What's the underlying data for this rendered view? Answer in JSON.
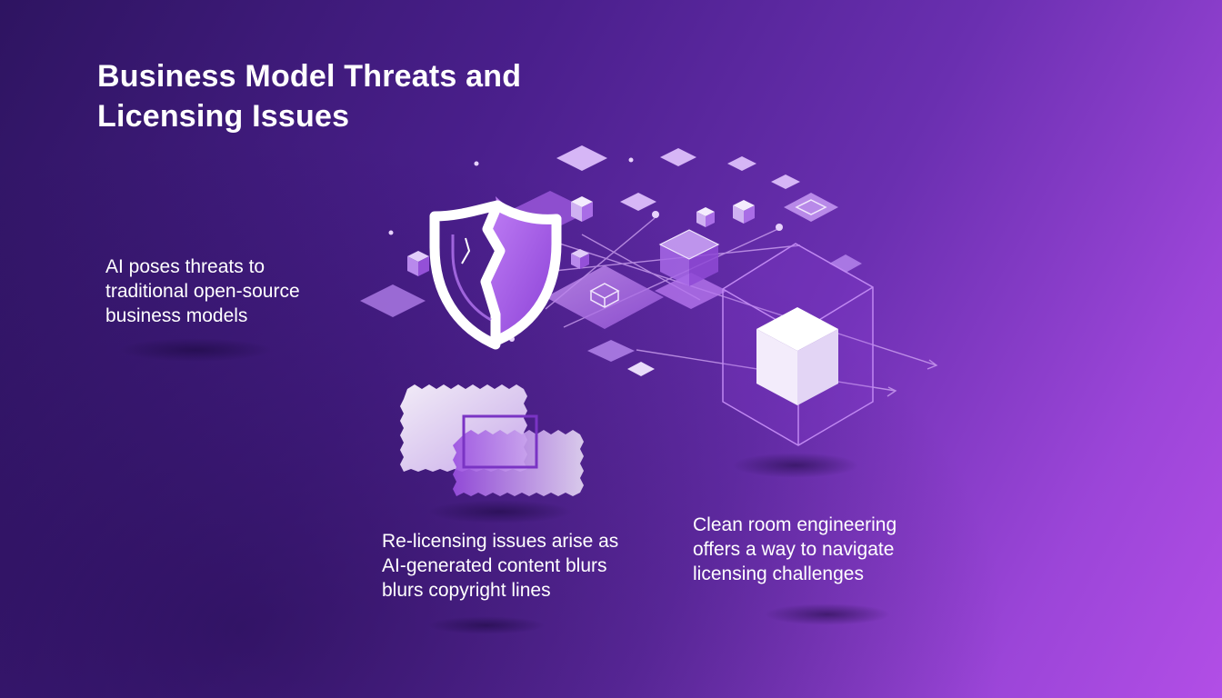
{
  "slide": {
    "title_line1": "Business Model Threats and",
    "title_line2": "Licensing Issues"
  },
  "captions": {
    "business_model": {
      "line1": "AI poses threats to",
      "line2": "traditional open-source",
      "line3": "business models"
    },
    "relicensing": {
      "line1": "Re-licensing issues arise as",
      "line2": "AI-generated content blurs",
      "line3": "blurs copyright lines"
    },
    "clean_room": {
      "line1": "Clean room engineering",
      "line2": "offers a way to navigate",
      "line3": "licensing challenges"
    }
  },
  "icons": {
    "broken_shield": "broken-shield-icon",
    "blurred_document": "blurred-document-icon",
    "clean_room_cube": "cube-in-box-icon"
  },
  "colors": {
    "background_start": "#2e1461",
    "background_end": "#b24ee6",
    "accent": "#b66cf0",
    "text": "#ffffff"
  }
}
